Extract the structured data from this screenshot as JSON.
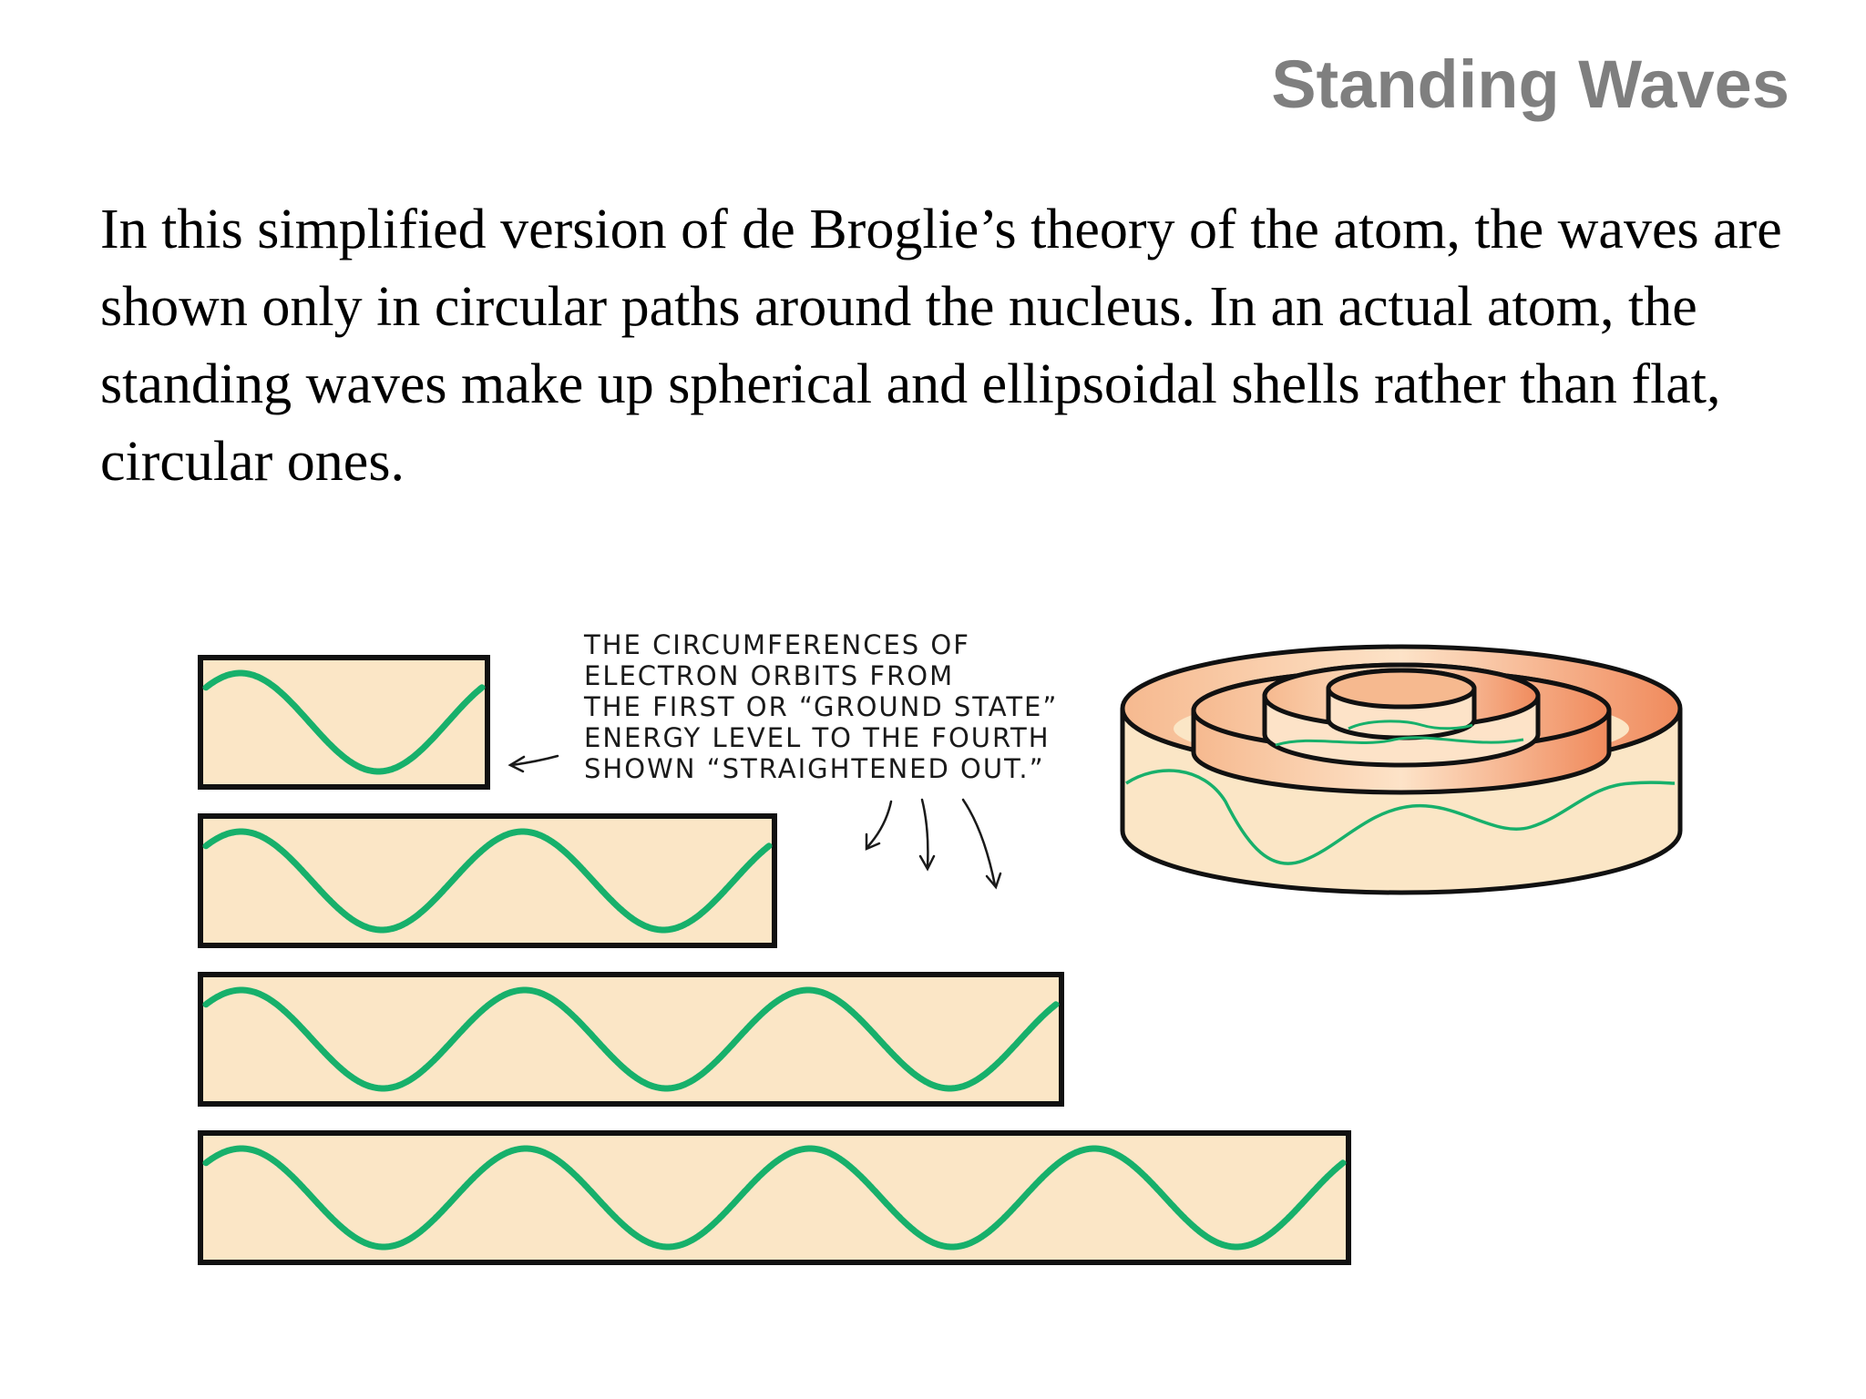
{
  "title": "Standing Waves",
  "body": "In this simplified version of de Broglie’s theory of the atom, the waves are shown only in circular paths around the nucleus. In an actual atom, the standing waves make up spherical and ellipsoidal shells rather than flat, circular ones.",
  "caption_lines": [
    "THE CIRCUMFERENCES OF",
    "ELECTRON ORBITS FROM",
    "THE FIRST OR “GROUND STATE”",
    "ENERGY LEVEL TO THE FOURTH",
    "SHOWN “STRAIGHTENED OUT.”"
  ],
  "orbits": [
    {
      "level": 1,
      "wavelengths": 1
    },
    {
      "level": 2,
      "wavelengths": 2
    },
    {
      "level": 3,
      "wavelengths": 3
    },
    {
      "level": 4,
      "wavelengths": 4
    }
  ],
  "colors": {
    "fill": "#fbe6c6",
    "wave": "#17b06b",
    "outline": "#111111",
    "title": "#7f7f7f",
    "shell_inner": "#f08a5c"
  }
}
